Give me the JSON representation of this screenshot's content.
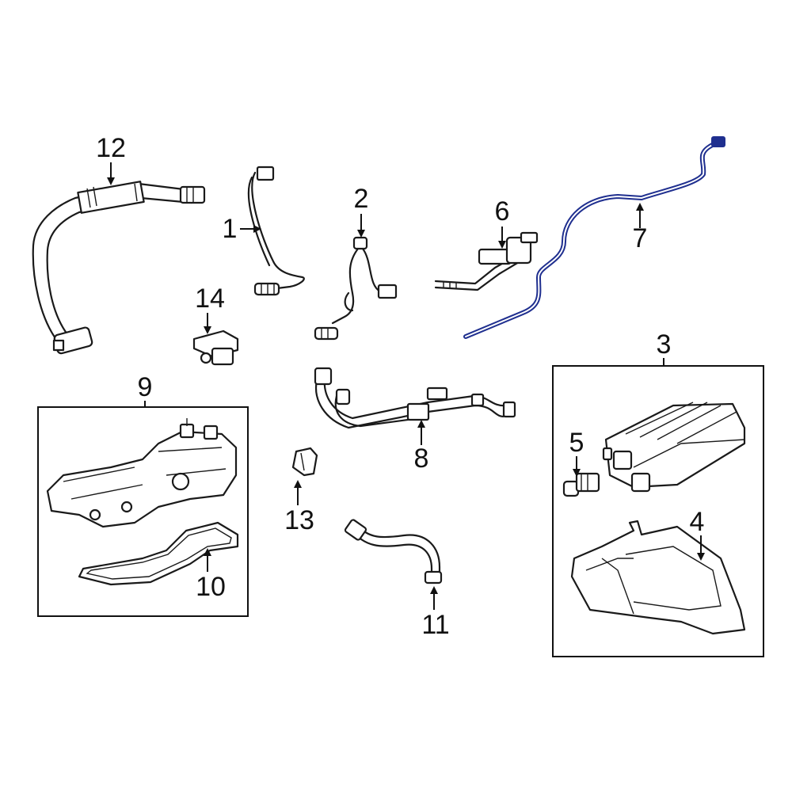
{
  "diagram": {
    "callouts": {
      "c1": "1",
      "c2": "2",
      "c3": "3",
      "c4": "4",
      "c5": "5",
      "c6": "6",
      "c7": "7",
      "c8": "8",
      "c9": "9",
      "c10": "10",
      "c11": "11",
      "c12": "12",
      "c13": "13",
      "c14": "14"
    },
    "highlight_color": "#1f2f8f",
    "line_color": "#1a1a1a"
  }
}
